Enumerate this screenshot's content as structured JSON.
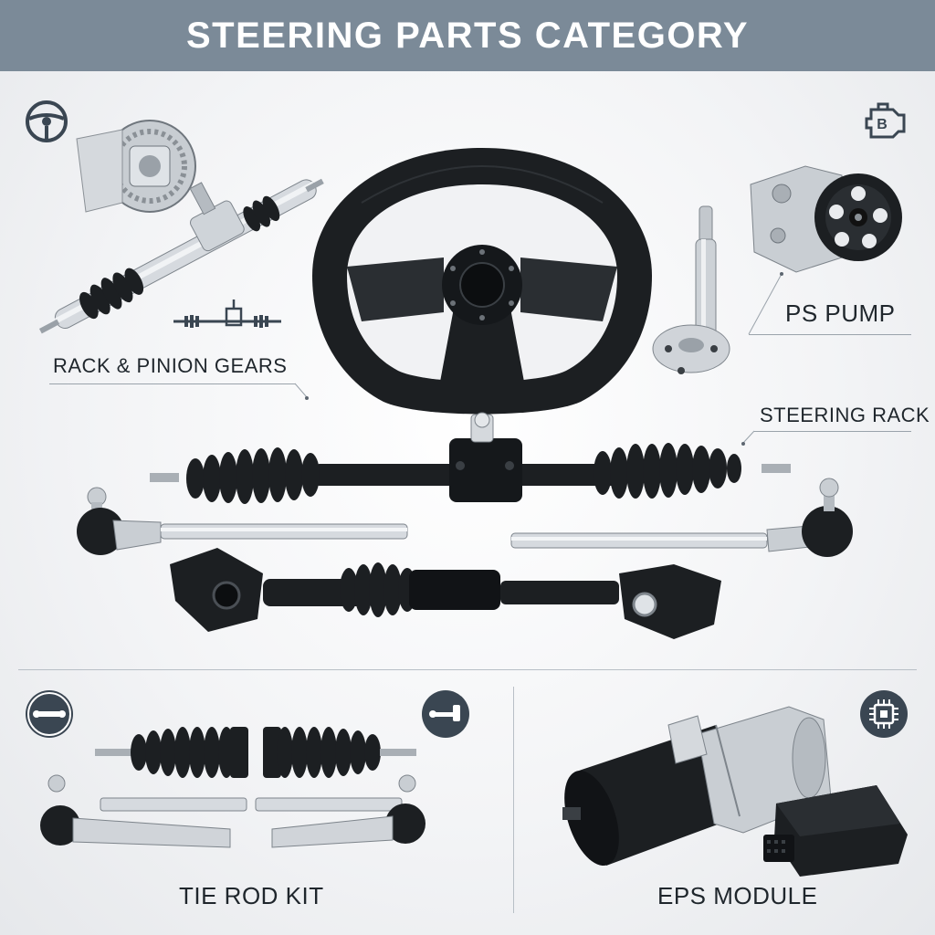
{
  "header": {
    "title": "STEERING PARTS CATEGORY"
  },
  "labels": {
    "rack_pinion": "RACK & PINION GEARS",
    "ps_pump": "PS PUMP",
    "steering_rack": "STEERING RACK",
    "tie_rod_kit": "TIE ROD KIT",
    "eps_module": "EPS MODULE"
  },
  "icons": {
    "top_left": "steering-wheel-icon",
    "top_right": "engine-icon",
    "bottom_left": "tie-rod-icon",
    "bottom_center": "rack-icon",
    "bottom_right": "chip-icon"
  },
  "colors": {
    "banner": "#7b8a98",
    "badge": "#3a4652",
    "part_black": "#1c1f22",
    "metal": "#b9bec3"
  }
}
